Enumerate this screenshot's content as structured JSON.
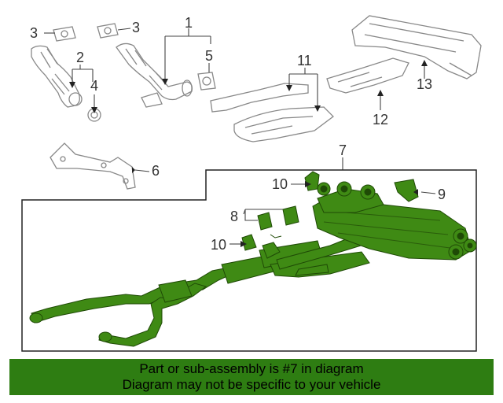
{
  "callouts": {
    "c1": "1",
    "c2": "2",
    "c3a": "3",
    "c3b": "3",
    "c4": "4",
    "c5": "5",
    "c6": "6",
    "c7": "7",
    "c8": "8",
    "c9": "9",
    "c10a": "10",
    "c10b": "10",
    "c11": "11",
    "c12": "12",
    "c13": "13"
  },
  "banner": {
    "line1": "Part or sub-assembly is #7 in diagram",
    "line2": "Diagram may not be specific to your vehicle"
  },
  "colors": {
    "highlight": "#2e7d12",
    "part_fill": "#3f8a14",
    "outline": "#777777"
  }
}
